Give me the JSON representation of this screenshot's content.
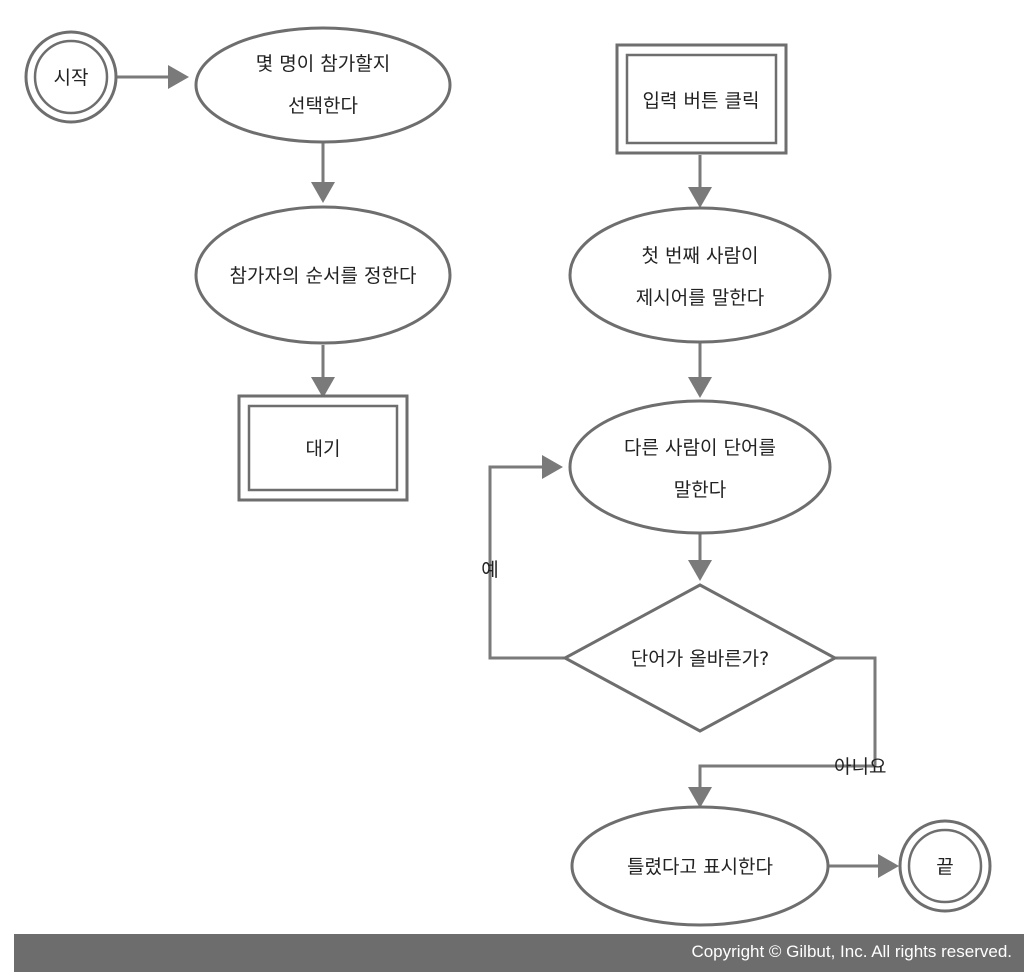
{
  "diagram": {
    "nodes": {
      "start": "시작",
      "choose_count_1": "몇 명이 참가할지",
      "choose_count_2": "선택한다",
      "set_order": "참가자의 순서를 정한다",
      "wait": "대기",
      "input_click": "입력 버튼 클릭",
      "first_person_1": "첫 번째 사람이",
      "first_person_2": "제시어를 말한다",
      "other_person_1": "다른 사람이 단어를",
      "other_person_2": "말한다",
      "is_correct": "단어가 올바른가?",
      "show_wrong": "틀렸다고 표시한다",
      "end": "끝"
    },
    "edge_labels": {
      "yes": "예",
      "no": "아니요"
    }
  },
  "footer": {
    "copyright": "Copyright © Gilbut, Inc. All rights reserved."
  },
  "colors": {
    "stroke": "#6e6e6e",
    "footer_bg": "#6d6d6d"
  }
}
